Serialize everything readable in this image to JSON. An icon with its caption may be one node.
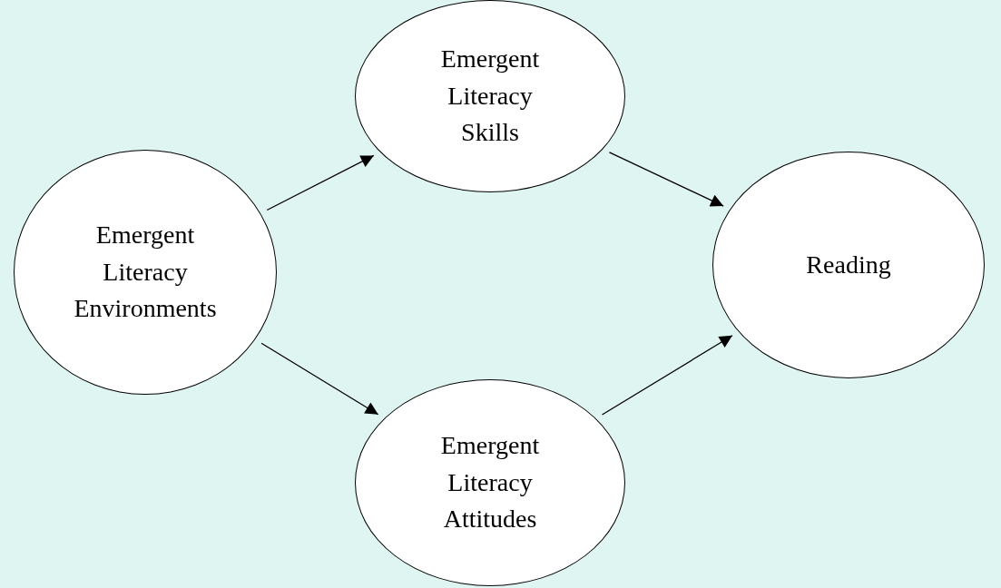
{
  "diagram": {
    "nodes": [
      {
        "text": [
          "Emergent Literacy Environments"
        ]
      },
      {
        "text": [
          "Emergent Literacy Skills"
        ]
      },
      {
        "text": [
          "Emergent Literacy Attitudes"
        ]
      },
      {
        "text": [
          "Reading"
        ]
      }
    ],
    "edges": [
      {
        "from": 0,
        "to": 1,
        "arrow": "to"
      },
      {
        "from": 0,
        "to": 2,
        "arrow": "to"
      },
      {
        "from": 1,
        "to": 3,
        "arrow": "to"
      },
      {
        "from": 2,
        "to": 3,
        "arrow": "to"
      }
    ]
  }
}
